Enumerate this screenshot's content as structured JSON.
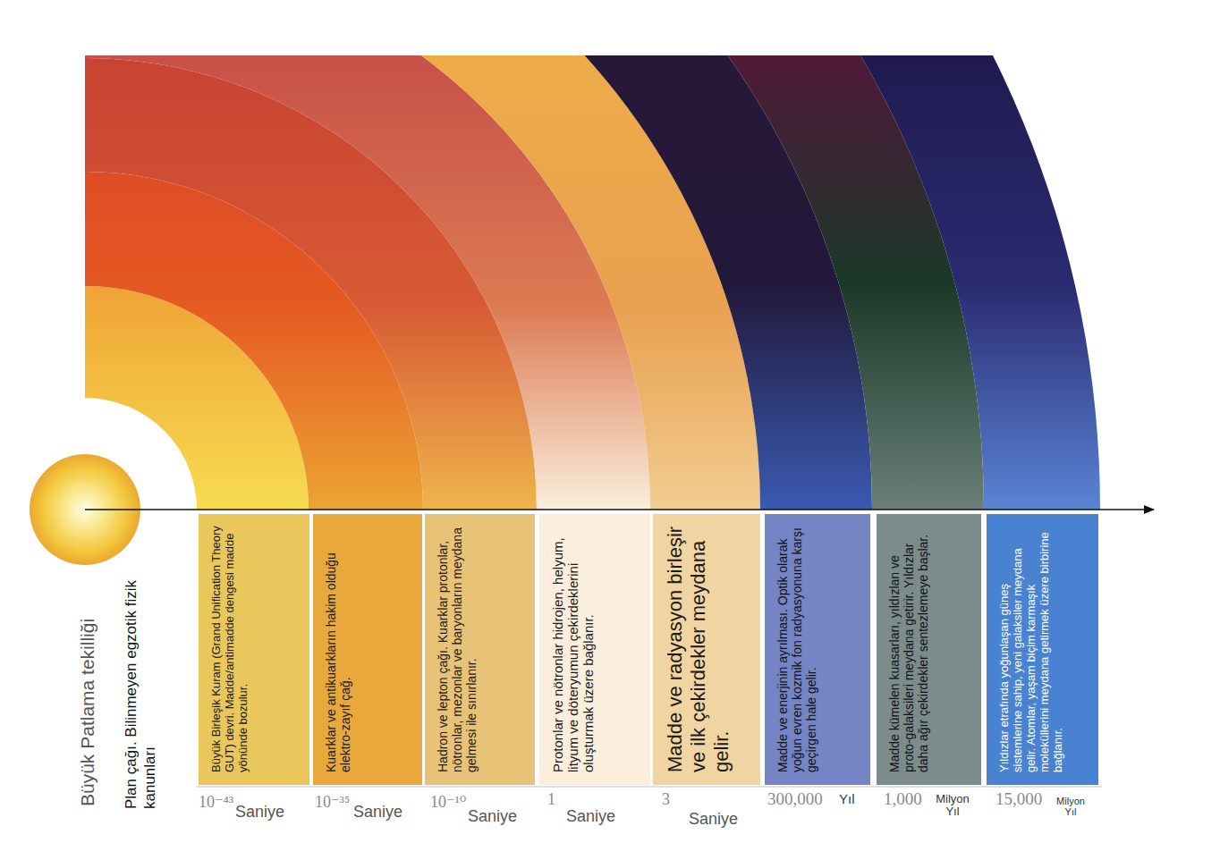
{
  "diagram": {
    "nodes": [
      {
        "text": [
          "Büyük Birleşik Kuram (Grand Unification Theory GUT) devri. Madde/antimadde dengesi madde yönünde bozulur."
        ]
      },
      {
        "text": [
          "Kuarklar ve antikuarkların hakim olduğu elektro-zayıf çağ."
        ]
      },
      {
        "text": [
          "Hadron ve lepton çağı. Kuarklar protonlar, nötronlar, mezonlar ve baryonların meydana gelmesi ile sınırlanır."
        ]
      },
      {
        "text": [
          "Protonlar ve nötronlar hidrojen, helyum, lityum ve döteryumun çekirdeklerini oluşturmak üzere bağlanır."
        ]
      },
      {
        "text": [
          "Madde ve radyasyon birleşir ve ilk çekirdekler meydana gelir."
        ]
      },
      {
        "text": [
          "Madde ve enerjinin ayrılması. Optik olarak yoğun evren kozmik fon radyasyonuna karşı geçirgen hale gelir."
        ]
      },
      {
        "text": [
          "Madde kümelen kuasarları, yıldızlan ve proto-galaksileri meydana getirir. Yıldızlar daha ağır çekirdekler sentezlemeye başlar."
        ]
      },
      {
        "text": [
          "Yıldızlar etrafında yoğunlaşan güneş sistemlerine sahip, yeni galaksiler meydana gelir. Atomlar, yaşam biçim karmaşık moleküllerini meydana getirmek üzere birbirine bağlanır."
        ]
      }
    ],
    "labels": [
      "Büyük Patlama tekilliği",
      "Plan çağı. Bilinmeyen egzotik fizik kanunları",
      "10⁻⁴³",
      "Saniye",
      "10⁻³⁵",
      "Saniye",
      "10⁻¹⁰",
      "Saniye",
      "1",
      "Saniye",
      "3",
      "Saniye",
      "300,000",
      "Yıl",
      "1,000",
      "Milyon Yıl",
      "15,000",
      "Milyon Yıl"
    ]
  }
}
